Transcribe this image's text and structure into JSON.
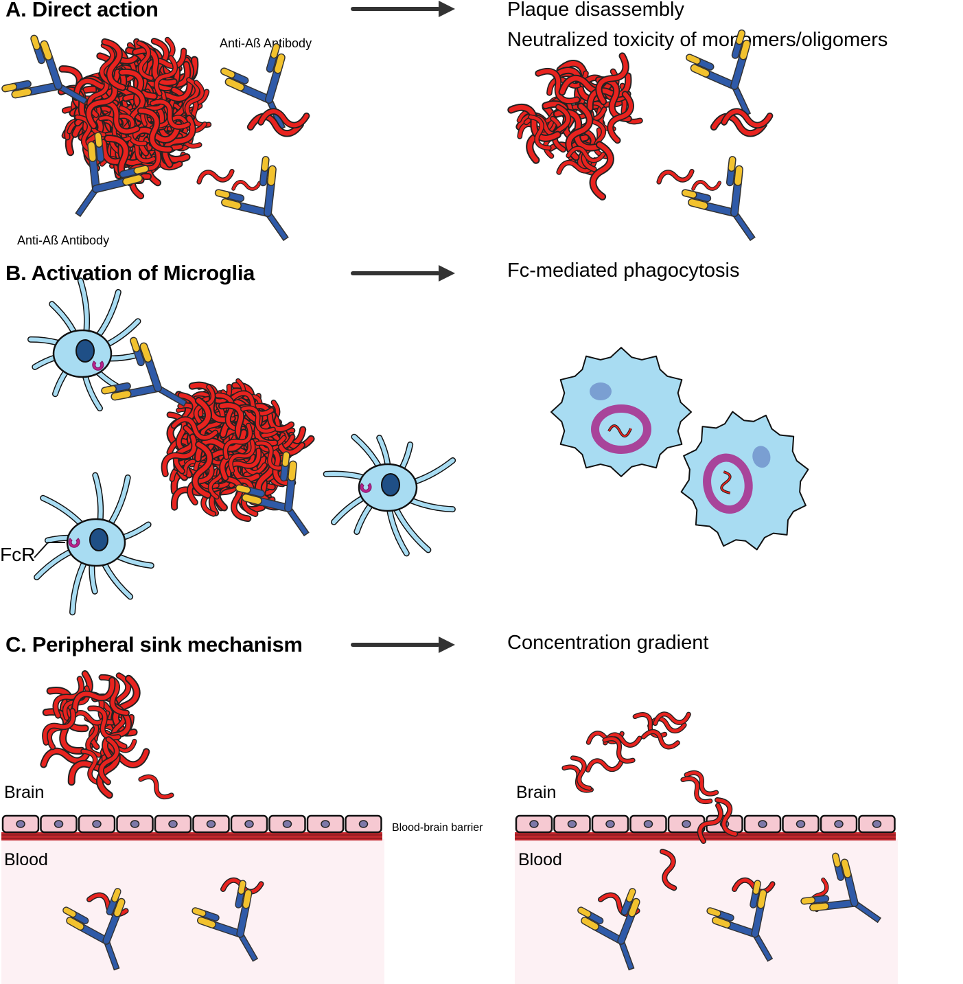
{
  "sections": [
    {
      "id": "A",
      "heading": "A. Direct action",
      "results": [
        "Plaque disassembly",
        "Neutralized toxicity of monomers/oligomers"
      ],
      "labels": [
        "Anti-Aß Antibody",
        "Anti-Aß Antibody"
      ]
    },
    {
      "id": "B",
      "heading": "B. Activation of Microglia",
      "results": [
        "Fc-mediated phagocytosis"
      ],
      "labels": [
        "FcR"
      ]
    },
    {
      "id": "C",
      "heading": "C. Peripheral sink mechanism",
      "results": [
        "Concentration gradient"
      ],
      "labels": {
        "brain_left": "Brain",
        "blood_left": "Blood",
        "barrier": "Blood-brain barrier",
        "brain_right": "Brain",
        "blood_right": "Blood"
      }
    }
  ],
  "colors": {
    "amyloid": "#e8231f",
    "antibody_heavy": "#2f5aa8",
    "antibody_light_tip": "#f2c22e",
    "microglia": "#a8dcf2",
    "nucleus": "#1f4f86",
    "fc_receptor": "#b8218c",
    "phagosome": "#a8449a",
    "endothelium": "#f6c9d2",
    "basement": "#c1272d",
    "blood_bg": "#fdf1f4",
    "arrow": "#333333"
  }
}
